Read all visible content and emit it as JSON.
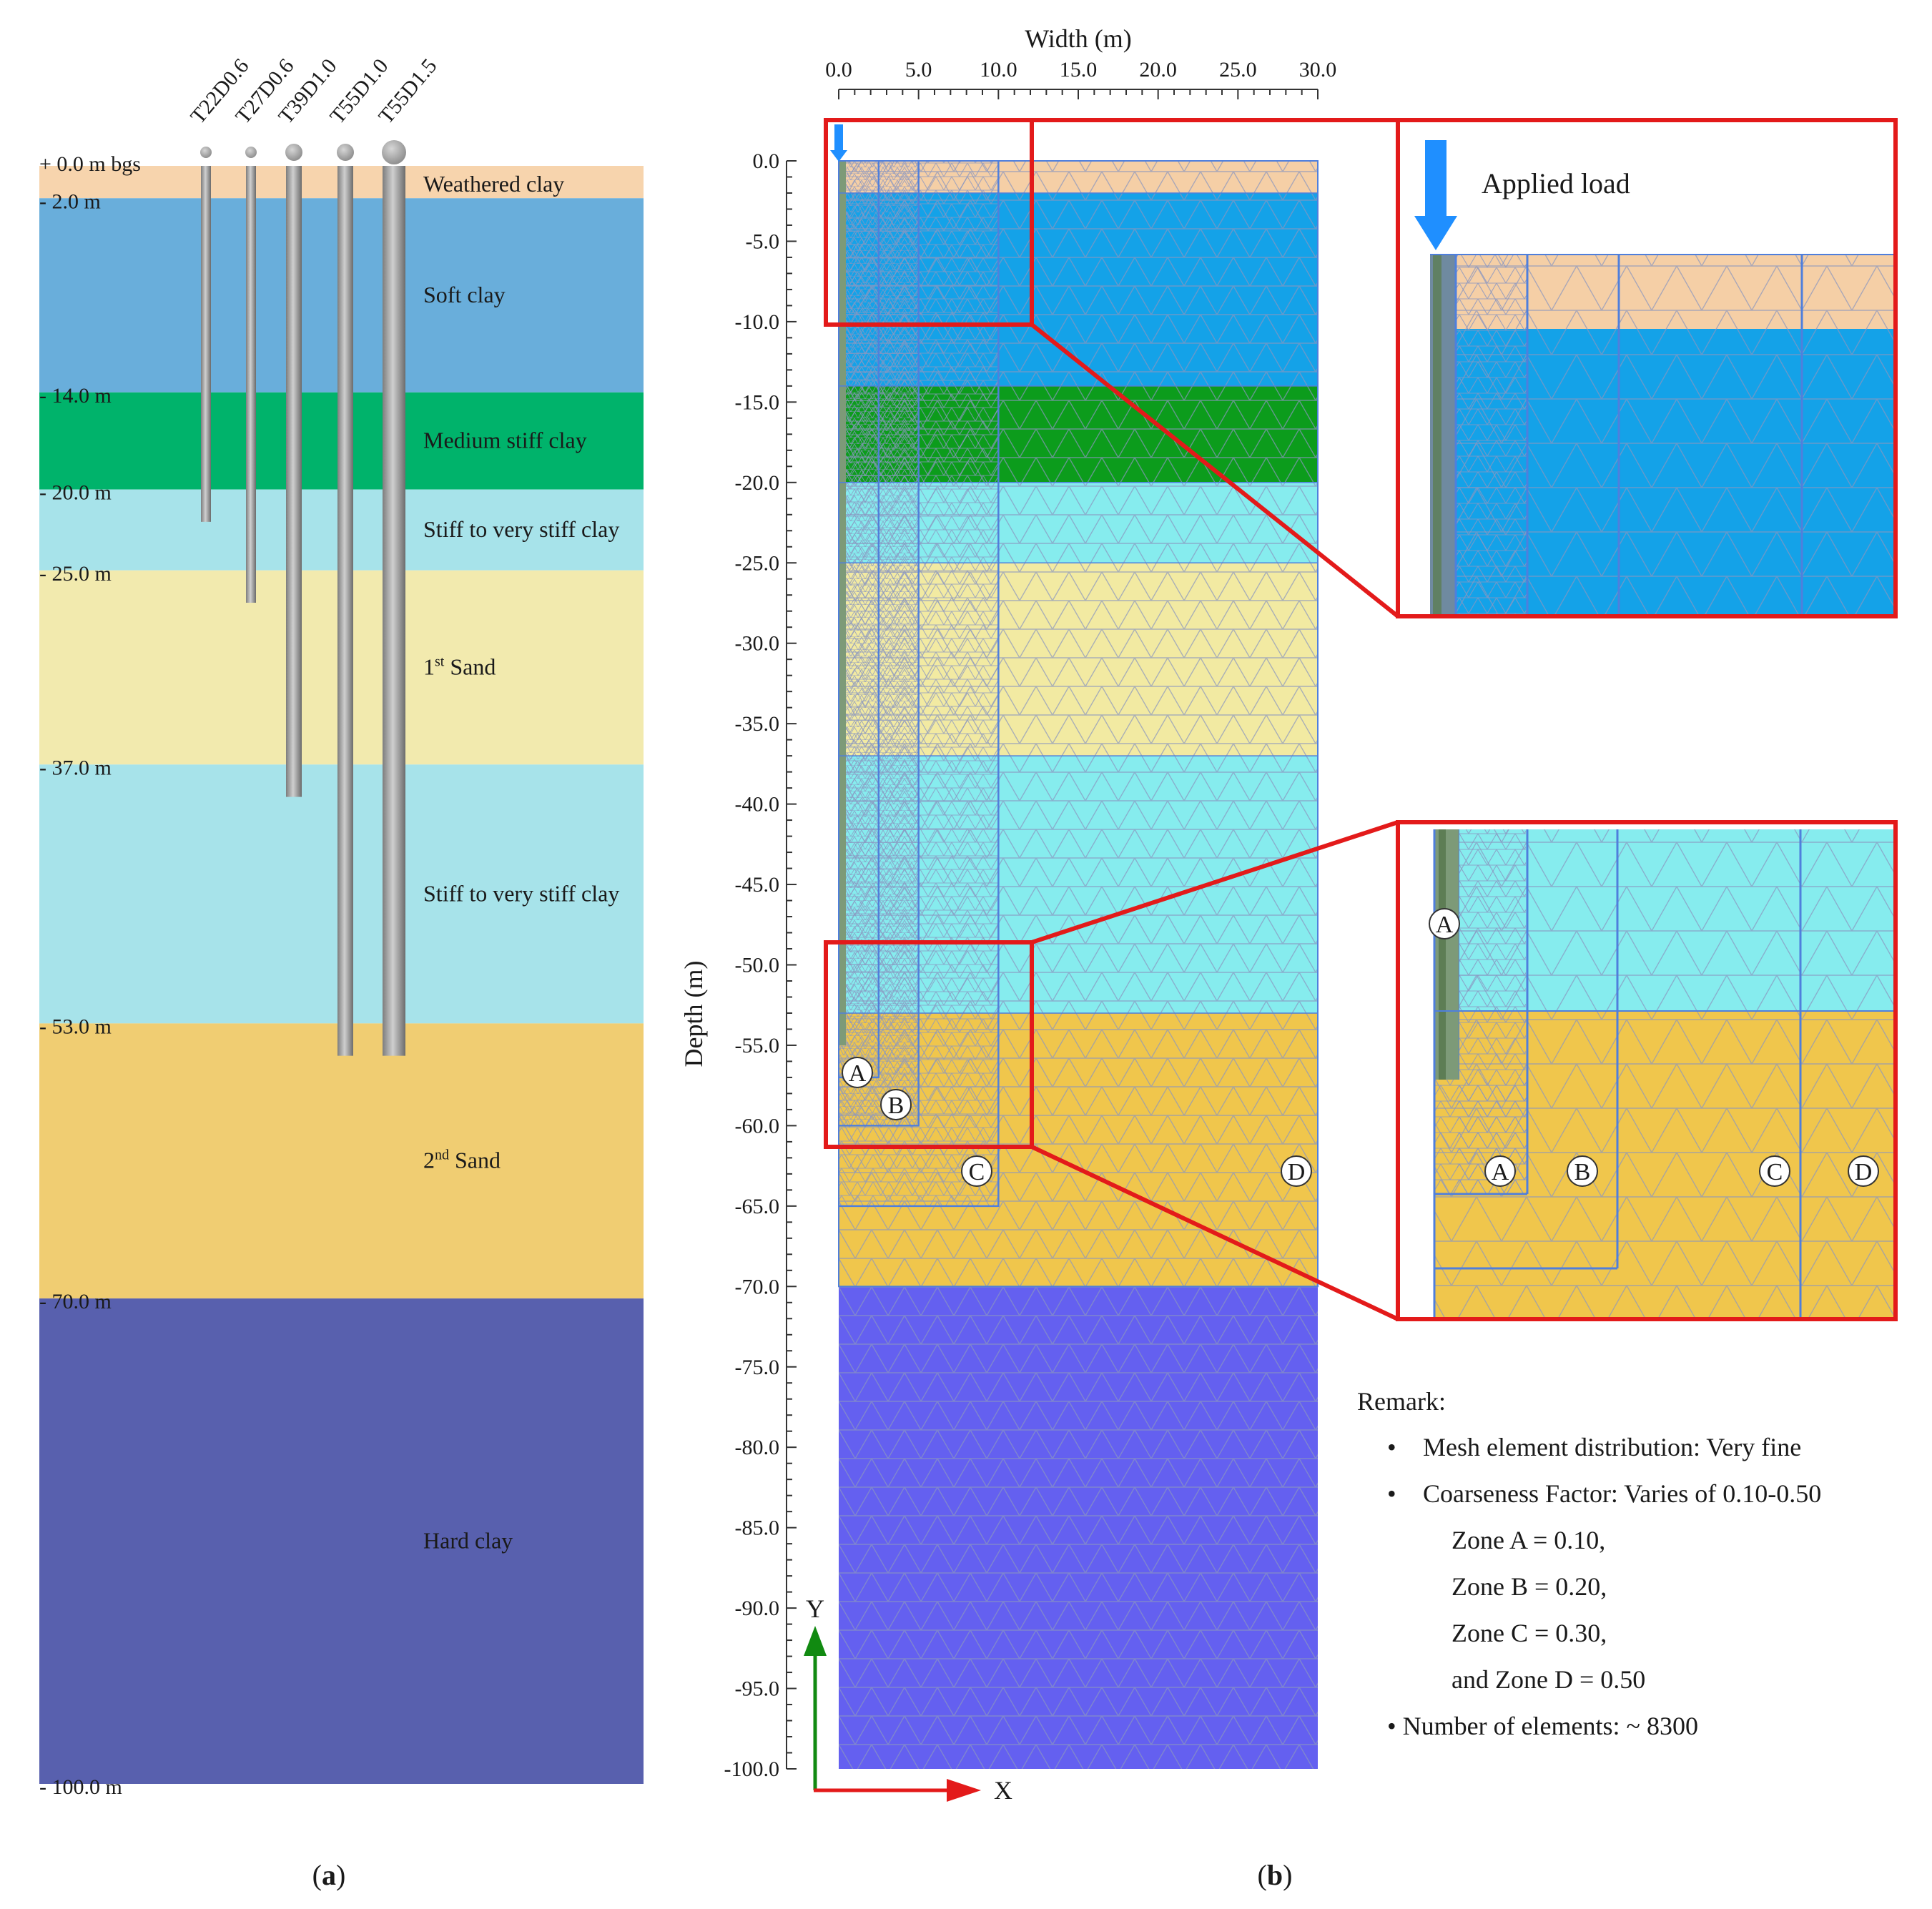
{
  "panel_a": {
    "caption": "(a)",
    "caption_letter": "a",
    "piles": [
      {
        "name": "T22D0.6",
        "diameter_m": 0.6,
        "tip_depth_m": 22
      },
      {
        "name": "T27D0.6",
        "diameter_m": 0.6,
        "tip_depth_m": 27
      },
      {
        "name": "T39D1.0",
        "diameter_m": 1.0,
        "tip_depth_m": 39
      },
      {
        "name": "T55D1.0",
        "diameter_m": 1.0,
        "tip_depth_m": 55
      },
      {
        "name": "T55D1.5",
        "diameter_m": 1.5,
        "tip_depth_m": 55
      }
    ],
    "layers": [
      {
        "name": "Weathered clay",
        "top_m": 0,
        "bottom_m": 2,
        "color": "#f7d4ad"
      },
      {
        "name": "Soft clay",
        "top_m": 2,
        "bottom_m": 14,
        "color": "#69aedb"
      },
      {
        "name": "Medium stiff clay",
        "top_m": 14,
        "bottom_m": 20,
        "color": "#00b36b"
      },
      {
        "name": "Stiff to very stiff clay",
        "top_m": 20,
        "bottom_m": 25,
        "color": "#a7e3ea"
      },
      {
        "name": "1st Sand",
        "top_m": 25,
        "bottom_m": 37,
        "color": "#f2eaae",
        "base": "1",
        "sup": "st",
        "rest": " Sand"
      },
      {
        "name": "Stiff to very stiff clay",
        "top_m": 37,
        "bottom_m": 53,
        "color": "#a7e3ea"
      },
      {
        "name": "2nd Sand",
        "top_m": 53,
        "bottom_m": 70,
        "color": "#f0cd72",
        "base": "2",
        "sup": "nd",
        "rest": " Sand"
      },
      {
        "name": "Hard clay",
        "top_m": 70,
        "bottom_m": 100,
        "color": "#5860ae"
      }
    ],
    "depth_labels": [
      {
        "text": "+ 0.0 m bgs",
        "depth_m": 0
      },
      {
        "text": "- 2.0 m",
        "depth_m": 2
      },
      {
        "text": "- 14.0 m",
        "depth_m": 14
      },
      {
        "text": "- 20.0 m",
        "depth_m": 20
      },
      {
        "text": "- 25.0 m",
        "depth_m": 25
      },
      {
        "text": "- 37.0 m",
        "depth_m": 37
      },
      {
        "text": "- 53.0 m",
        "depth_m": 53
      },
      {
        "text": "- 70.0 m",
        "depth_m": 70
      },
      {
        "text": "- 100.0 m",
        "depth_m": 100
      }
    ]
  },
  "panel_b": {
    "caption": "(b)",
    "caption_letter": "b",
    "x_axis_title": "Width (m)",
    "y_axis_title": "Depth (m)",
    "x_ticks": [
      "0.0",
      "5.0",
      "10.0",
      "15.0",
      "20.0",
      "25.0",
      "30.0"
    ],
    "y_ticks": [
      "0.0",
      "-5.0",
      "-10.0",
      "-15.0",
      "-20.0",
      "-25.0",
      "-30.0",
      "-35.0",
      "-40.0",
      "-45.0",
      "-50.0",
      "-55.0",
      "-60.0",
      "-65.0",
      "-70.0",
      "-75.0",
      "-80.0",
      "-85.0",
      "-90.0",
      "-95.0",
      "-100.0"
    ],
    "x_range_m": [
      0,
      30
    ],
    "y_range_m": [
      0,
      -100
    ],
    "mesh_layers": [
      {
        "top_m": 0,
        "bottom_m": 2,
        "color": "#f5cfa6"
      },
      {
        "top_m": 2,
        "bottom_m": 14,
        "color": "#14a2e8"
      },
      {
        "top_m": 14,
        "bottom_m": 20,
        "color": "#0c9c1c"
      },
      {
        "top_m": 20,
        "bottom_m": 25,
        "color": "#86ecee"
      },
      {
        "top_m": 25,
        "bottom_m": 37,
        "color": "#f2eaa2"
      },
      {
        "top_m": 37,
        "bottom_m": 53,
        "color": "#86ecee"
      },
      {
        "top_m": 53,
        "bottom_m": 70,
        "color": "#f0c64c"
      },
      {
        "top_m": 70,
        "bottom_m": 100,
        "color": "#6460f0"
      }
    ],
    "zones": [
      {
        "label": "A",
        "coarseness": 0.1
      },
      {
        "label": "B",
        "coarseness": 0.2
      },
      {
        "label": "C",
        "coarseness": 0.3
      },
      {
        "label": "D",
        "coarseness": 0.5
      }
    ],
    "applied_load_label": "Applied load",
    "axis_y": "Y",
    "axis_x": "X",
    "remark": {
      "title": "Remark:",
      "bullet_1": "Mesh element distribution: Very fine",
      "bullet_2": "Coarseness Factor: Varies of 0.10-0.50",
      "zone_a": "Zone A = 0.10,",
      "zone_b": "Zone B = 0.20,",
      "zone_c": "Zone C = 0.30,",
      "zone_d": "and Zone D = 0.50",
      "bullet_3": "• Number of elements: ~ 8300"
    },
    "colors": {
      "highlight": "#e31a1a",
      "load_arrow": "#1f8fff",
      "axis_y": "#118a11",
      "axis_x": "#e31a1a",
      "mesh_line": "#8a96c0",
      "zone_line": "#4f7fdc"
    }
  }
}
